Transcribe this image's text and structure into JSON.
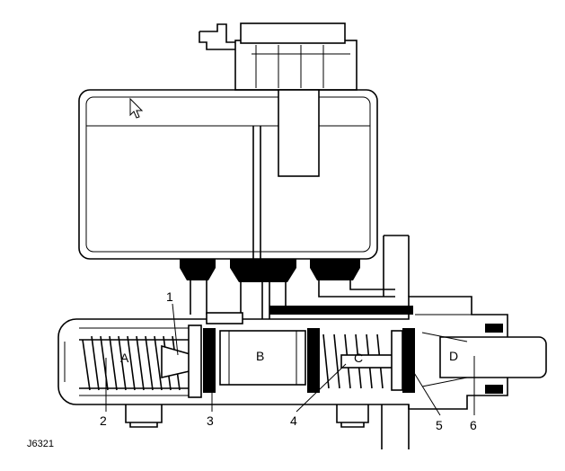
{
  "diagram": {
    "figure_code": "J6321",
    "callouts": [
      "1",
      "2",
      "3",
      "4",
      "5",
      "6"
    ],
    "chambers": [
      "A",
      "B",
      "C",
      "D"
    ],
    "colors": {
      "ink": "#000000",
      "paper": "#ffffff"
    }
  }
}
